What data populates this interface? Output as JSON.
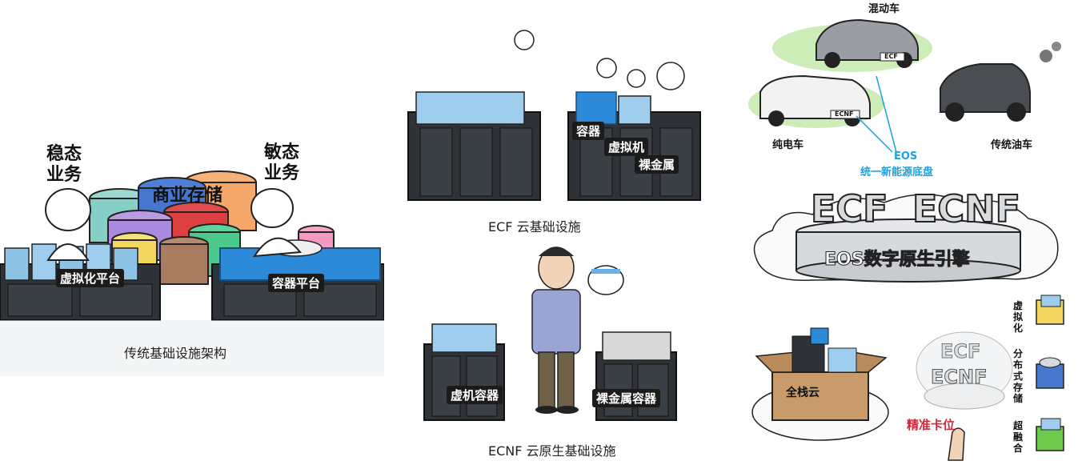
{
  "panel_left": {
    "caption": "传统基础设施架构",
    "steady_business": "稳态\n业务",
    "agile_business": "敏态\n业务",
    "business_storage": "商业存储",
    "virtualization_platform": "虚拟化平台",
    "container_platform": "容器平台"
  },
  "panel_middle_top": {
    "caption": "ECF 云基础设施",
    "container": "容器",
    "vm": "虚拟机",
    "bare_metal": "裸金属"
  },
  "panel_middle_bottom": {
    "caption": "ECNF 云原生基础设施",
    "vm_container": "虚机容器",
    "bare_metal_container": "裸金属容器"
  },
  "panel_right_top": {
    "hybrid_car": "混动车",
    "electric_car": "纯电车",
    "fuel_car": "传统油车",
    "eos_label": "EOS",
    "eos_sub": "统一新能源底盘",
    "ecf_plate": "ECF",
    "ecnf_plate": "ECNF"
  },
  "panel_right_mid": {
    "ecf": "ECF",
    "ecnf": "ECNF",
    "engine": "EOS数字原生引擎"
  },
  "panel_right_bottom": {
    "full_stack_cloud": "全栈云",
    "precise_fit": "精准卡位",
    "ecf_stack": "ECF",
    "ecnf_stack": "ECNF",
    "virtualization": "虚拟化",
    "distributed_storage": "分布式存储",
    "hyper_converged": "超融合"
  },
  "colors": {
    "rack_dark": "#2f3338",
    "server_blue": "#8fc3e6",
    "eos_blue": "#1aa3e0",
    "accent_red": "#d2263a",
    "green_glow": "#bfe8a6"
  }
}
